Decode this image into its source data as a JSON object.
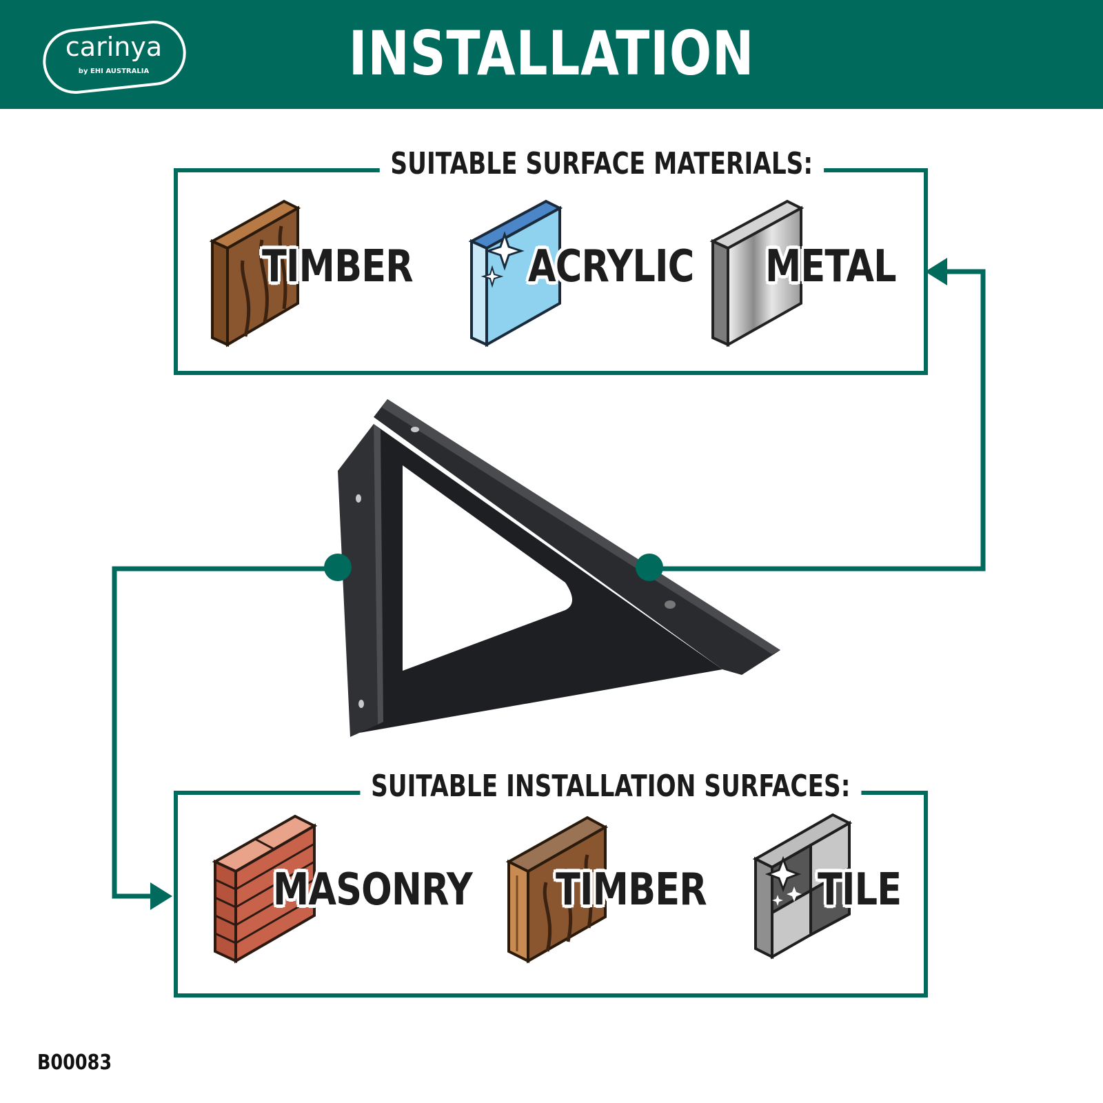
{
  "header": {
    "title": "INSTALLATION",
    "logo_text": "carinya",
    "logo_sub": "by EHI AUSTRALIA"
  },
  "surface_materials": {
    "title": "SUITABLE SURFACE MATERIALS:",
    "items": [
      {
        "label": "TIMBER",
        "icon": "timber-panel-icon"
      },
      {
        "label": "ACRYLIC",
        "icon": "acrylic-panel-icon"
      },
      {
        "label": "METAL",
        "icon": "metal-panel-icon"
      }
    ]
  },
  "installation_surfaces": {
    "title": "SUITABLE INSTALLATION SURFACES:",
    "items": [
      {
        "label": "MASONRY",
        "icon": "brick-wall-icon"
      },
      {
        "label": "TIMBER",
        "icon": "timber-block-icon"
      },
      {
        "label": "TILE",
        "icon": "tile-block-icon"
      }
    ]
  },
  "product_code": "B00083",
  "colors": {
    "brand_green": "#006a5d",
    "bracket_black": "#1e1f22"
  }
}
